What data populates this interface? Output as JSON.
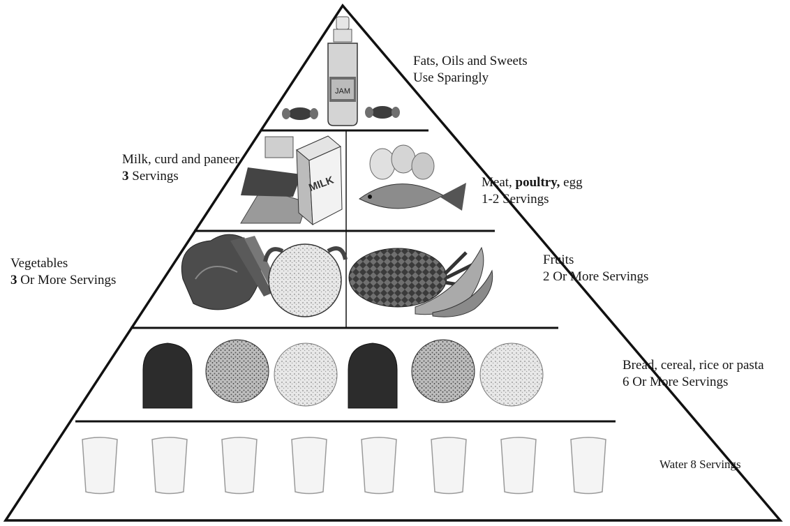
{
  "pyramid": {
    "tiers": [
      {
        "id": "fats",
        "line1": "Fats, Oils and Sweets",
        "line2": "Use Sparingly",
        "images": [
          "jam-jar",
          "candy"
        ]
      },
      {
        "id": "milk",
        "line1": "Milk, curd and  paneer",
        "line2_num": "3",
        "line2_rest": " Servings",
        "images": [
          "milk-carton",
          "cheese",
          "milk-pack-label"
        ],
        "milk_text": "MILK"
      },
      {
        "id": "meat",
        "line1_a": "Meat, ",
        "line1_b": "poultry,",
        "line1_c": " egg",
        "line2": "1-2 Servings",
        "images": [
          "fish",
          "eggs"
        ]
      },
      {
        "id": "vegetables",
        "line1": "Vegetables",
        "line2_num": "3",
        "line2_rest": " Or More Servings",
        "images": [
          "lettuce",
          "cauliflower",
          "carrots"
        ]
      },
      {
        "id": "fruits",
        "line1": "Fruits",
        "line2": "2 Or More Servings",
        "images": [
          "pineapple",
          "banana"
        ]
      },
      {
        "id": "grains",
        "line1": "Bread, cereal, rice or pasta",
        "line2": "6 Or More Servings",
        "images": [
          "bread-loaf",
          "cereal-bowl",
          "rice-plate",
          "bread-loaf",
          "cereal-bowl",
          "rice-plate"
        ]
      },
      {
        "id": "water",
        "line1": "Water 8 Servings",
        "glass_count": 8,
        "images": [
          "water-glass"
        ]
      }
    ]
  },
  "colors": {
    "outline": "#111111",
    "dark_food": "#2a2a2a",
    "mid_food": "#7a7a7a",
    "light_food": "#cfcfcf",
    "glass": "#d8d8d8"
  }
}
